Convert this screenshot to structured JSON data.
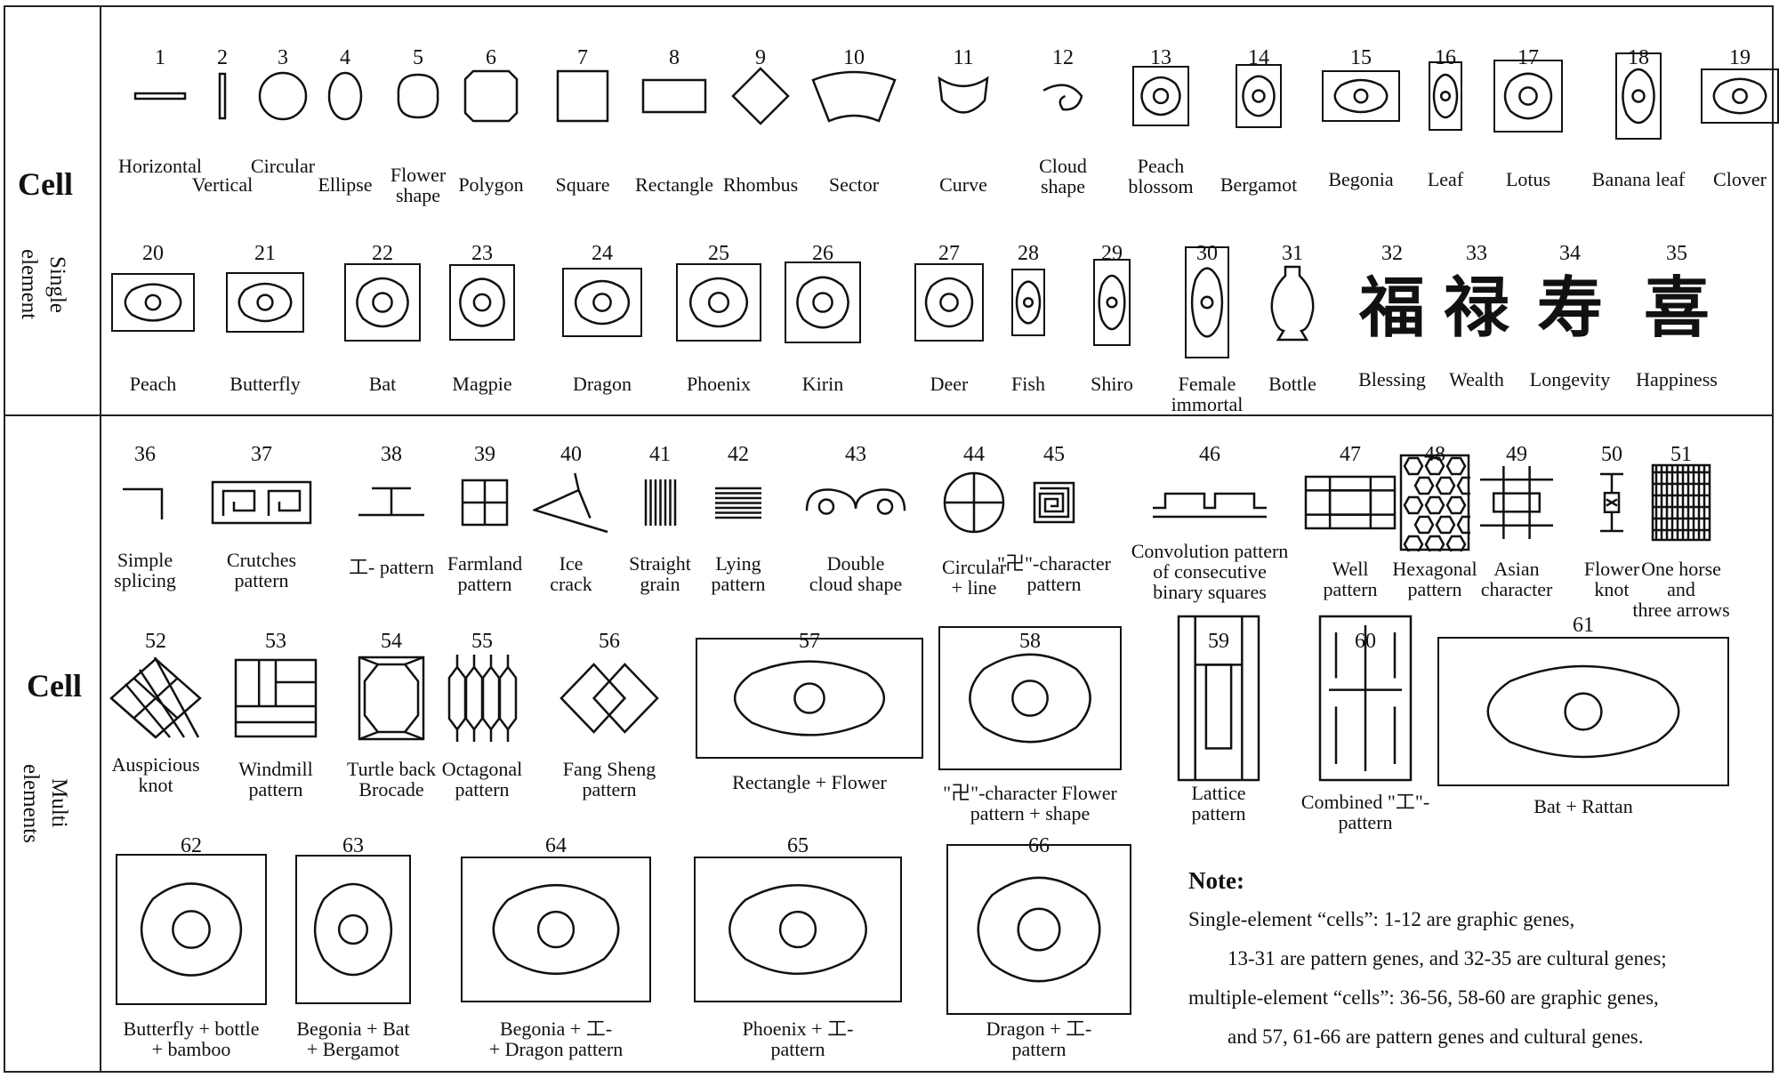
{
  "sections": {
    "single": {
      "cell": "Cell",
      "sub": "Single\nelement"
    },
    "multi": {
      "cell": "Cell",
      "sub": "Multi\nelements"
    }
  },
  "items": [
    {
      "n": "1",
      "label": "Horizontal",
      "icon": "horizontal-line-icon"
    },
    {
      "n": "2",
      "label": "Vertical",
      "icon": "vertical-line-icon"
    },
    {
      "n": "3",
      "label": "Circular",
      "icon": "circle-icon"
    },
    {
      "n": "4",
      "label": "Ellipse",
      "icon": "ellipse-icon"
    },
    {
      "n": "5",
      "label": "Flower\nshape",
      "icon": "flower-shape-icon"
    },
    {
      "n": "6",
      "label": "Polygon",
      "icon": "polygon-icon"
    },
    {
      "n": "7",
      "label": "Square",
      "icon": "square-icon"
    },
    {
      "n": "8",
      "label": "Rectangle",
      "icon": "rectangle-icon"
    },
    {
      "n": "9",
      "label": "Rhombus",
      "icon": "rhombus-icon"
    },
    {
      "n": "10",
      "label": "Sector",
      "icon": "sector-icon"
    },
    {
      "n": "11",
      "label": "Curve",
      "icon": "curve-icon"
    },
    {
      "n": "12",
      "label": "Cloud\nshape",
      "icon": "cloud-shape-icon"
    },
    {
      "n": "13",
      "label": "Peach\nblossom",
      "icon": "peach-blossom-icon"
    },
    {
      "n": "14",
      "label": "Bergamot",
      "icon": "bergamot-icon"
    },
    {
      "n": "15",
      "label": "Begonia",
      "icon": "begonia-icon"
    },
    {
      "n": "16",
      "label": "Leaf",
      "icon": "leaf-icon"
    },
    {
      "n": "17",
      "label": "Lotus",
      "icon": "lotus-icon"
    },
    {
      "n": "18",
      "label": "Banana leaf",
      "icon": "banana-leaf-icon"
    },
    {
      "n": "19",
      "label": "Clover",
      "icon": "clover-icon"
    },
    {
      "n": "20",
      "label": "Peach",
      "icon": "peach-icon"
    },
    {
      "n": "21",
      "label": "Butterfly",
      "icon": "butterfly-icon"
    },
    {
      "n": "22",
      "label": "Bat",
      "icon": "bat-icon"
    },
    {
      "n": "23",
      "label": "Magpie",
      "icon": "magpie-icon"
    },
    {
      "n": "24",
      "label": "Dragon",
      "icon": "dragon-icon"
    },
    {
      "n": "25",
      "label": "Phoenix",
      "icon": "phoenix-icon"
    },
    {
      "n": "26",
      "label": "Kirin",
      "icon": "kirin-icon"
    },
    {
      "n": "27",
      "label": "Deer",
      "icon": "deer-icon"
    },
    {
      "n": "28",
      "label": "Fish",
      "icon": "fish-icon"
    },
    {
      "n": "29",
      "label": "Shiro",
      "icon": "shiro-figure-icon"
    },
    {
      "n": "30",
      "label": "Female\nimmortal",
      "icon": "female-immortal-icon"
    },
    {
      "n": "31",
      "label": "Bottle",
      "icon": "bottle-icon"
    },
    {
      "n": "32",
      "label": "Blessing",
      "glyph": "福"
    },
    {
      "n": "33",
      "label": "Wealth",
      "glyph": "禄"
    },
    {
      "n": "34",
      "label": "Longevity",
      "glyph": "寿"
    },
    {
      "n": "35",
      "label": "Happiness",
      "glyph": "喜"
    },
    {
      "n": "36",
      "label": "Simple\nsplicing",
      "icon": "simple-splicing-icon"
    },
    {
      "n": "37",
      "label": "Crutches\npattern",
      "icon": "crutches-pattern-icon"
    },
    {
      "n": "38",
      "label": "工- pattern",
      "icon": "gong-pattern-icon"
    },
    {
      "n": "39",
      "label": "Farmland\npattern",
      "icon": "farmland-pattern-icon"
    },
    {
      "n": "40",
      "label": "Ice\ncrack",
      "icon": "ice-crack-icon"
    },
    {
      "n": "41",
      "label": "Straight\ngrain",
      "icon": "straight-grain-icon"
    },
    {
      "n": "42",
      "label": "Lying\npattern",
      "icon": "lying-pattern-icon"
    },
    {
      "n": "43",
      "label": "Double\ncloud shape",
      "icon": "double-cloud-icon"
    },
    {
      "n": "44",
      "label": "Circular\n+ line",
      "icon": "circle-cross-icon"
    },
    {
      "n": "45",
      "label": "\"卍\"-character\npattern",
      "icon": "wan-character-icon"
    },
    {
      "n": "46",
      "label": "Convolution pattern\nof consecutive\nbinary squares",
      "icon": "convolution-pattern-icon"
    },
    {
      "n": "47",
      "label": "Well\npattern",
      "icon": "well-pattern-icon"
    },
    {
      "n": "48",
      "label": "Hexagonal\npattern",
      "icon": "hexagonal-pattern-icon"
    },
    {
      "n": "49",
      "label": "Asian\ncharacter",
      "icon": "asian-character-icon"
    },
    {
      "n": "50",
      "label": "Flower\nknot",
      "icon": "flower-knot-icon"
    },
    {
      "n": "51",
      "label": "One horse and\nthree arrows",
      "icon": "horse-arrows-icon"
    },
    {
      "n": "52",
      "label": "Auspicious\nknot",
      "icon": "auspicious-knot-icon"
    },
    {
      "n": "53",
      "label": "Windmill\npattern",
      "icon": "windmill-pattern-icon"
    },
    {
      "n": "54",
      "label": "Turtle back\nBrocade",
      "icon": "turtle-back-icon"
    },
    {
      "n": "55",
      "label": "Octagonal\npattern",
      "icon": "octagonal-pattern-icon"
    },
    {
      "n": "56",
      "label": "Fang Sheng\npattern",
      "icon": "fang-sheng-icon"
    },
    {
      "n": "57",
      "label": "Rectangle + Flower",
      "icon": "rectangle-flower-icon"
    },
    {
      "n": "58",
      "label": "\"卍\"-character  Flower\npattern        +  shape",
      "icon": "wan-flower-icon"
    },
    {
      "n": "59",
      "label": "Lattice\npattern",
      "icon": "lattice-pattern-icon"
    },
    {
      "n": "60",
      "label": "Combined \"工\"-\npattern",
      "icon": "combined-gong-icon"
    },
    {
      "n": "61",
      "label": "Bat + Rattan",
      "icon": "bat-rattan-icon"
    },
    {
      "n": "62",
      "label": "Butterfly + bottle\n+ bamboo",
      "icon": "butterfly-bottle-bamboo-icon"
    },
    {
      "n": "63",
      "label": "Begonia     + Bat\n+ Bergamot",
      "icon": "begonia-bergamot-bat-icon"
    },
    {
      "n": "64",
      "label": "Begonia  + 工-\n+ Dragon    pattern",
      "icon": "begonia-dragon-icon"
    },
    {
      "n": "65",
      "label": "Phoenix + 工-\npattern",
      "icon": "phoenix-gong-icon"
    },
    {
      "n": "66",
      "label": "Dragon + 工-\npattern",
      "icon": "dragon-gong-icon"
    }
  ],
  "note": {
    "title": "Note:",
    "line1": "Single-element “cells”: 1-12 are graphic genes,",
    "line2": "13-31 are pattern genes, and 32-35 are cultural genes;",
    "line3": "multiple-element “cells”: 36-56, 58-60 are graphic genes,",
    "line4": "and 57, 61-66 are pattern genes and cultural genes."
  }
}
